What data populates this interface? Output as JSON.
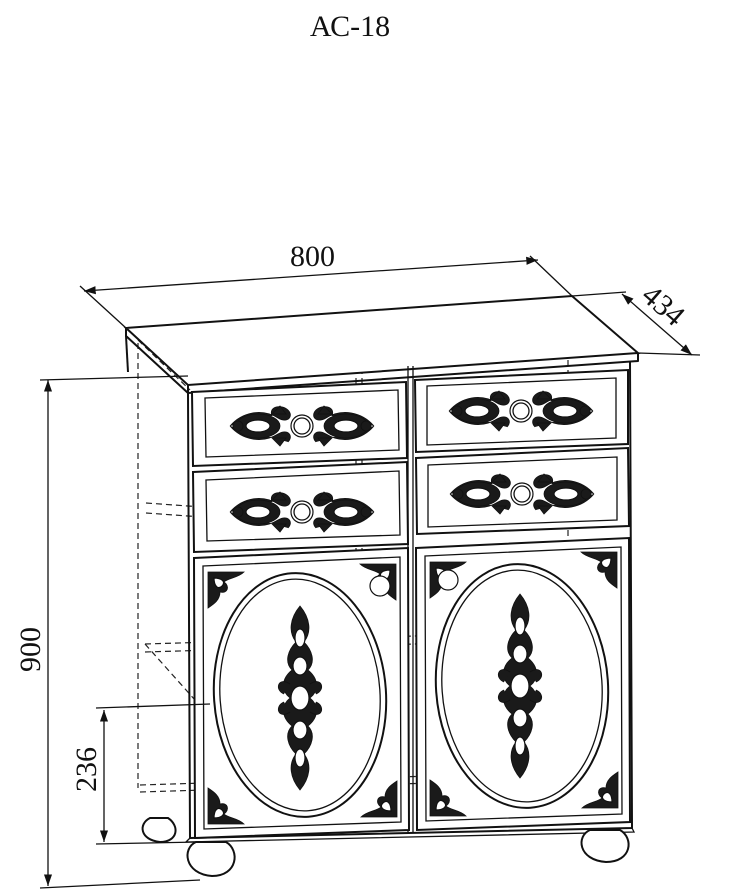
{
  "title": "АС-18",
  "dimensions": {
    "width": "800",
    "depth": "434",
    "height": "900",
    "shelf_height": "236"
  },
  "colors": {
    "line": "#111111",
    "background": "#ffffff"
  }
}
